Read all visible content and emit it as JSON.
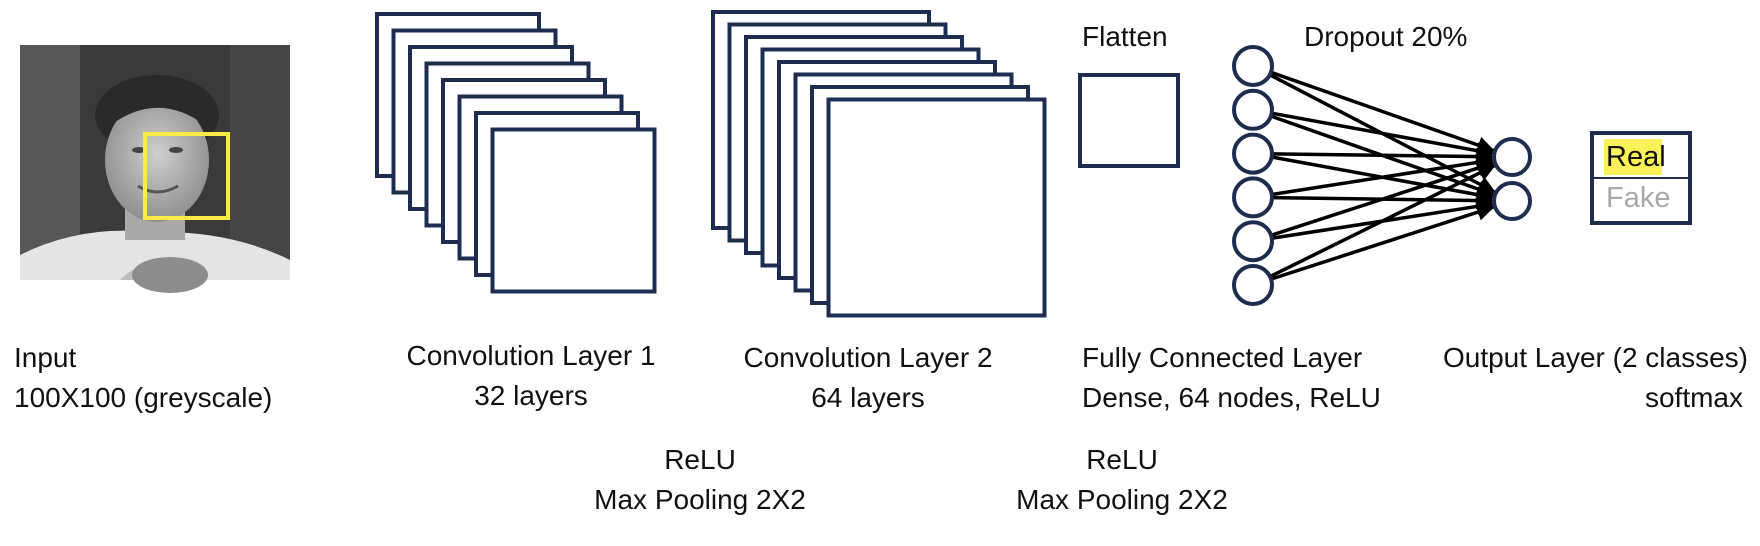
{
  "input": {
    "title": "Input",
    "subtitle": "100X100 (greyscale)"
  },
  "conv1": {
    "title": "Convolution Layer 1",
    "subtitle": "32 layers"
  },
  "conv2": {
    "title": "Convolution Layer 2",
    "subtitle": "64 layers"
  },
  "pool1": {
    "activation": "ReLU",
    "pooling": "Max Pooling 2X2"
  },
  "pool2": {
    "activation": "ReLU",
    "pooling": "Max Pooling 2X2"
  },
  "flatten": {
    "title": "Flatten"
  },
  "dense": {
    "dropout": "Dropout 20%",
    "title": "Fully Connected Layer",
    "subtitle": "Dense, 64 nodes, ReLU",
    "visible_nodes": 6
  },
  "output": {
    "title": "Output Layer (2 classes)",
    "subtitle": "softmax",
    "visible_nodes": 2,
    "classes": [
      "Real",
      "Fake"
    ]
  },
  "colors": {
    "frame": "#1c2d4f",
    "highlight": "#fbf25a",
    "face_box": "#f7ee45",
    "muted_text": "#a8a8a8",
    "edges": "#000000"
  }
}
